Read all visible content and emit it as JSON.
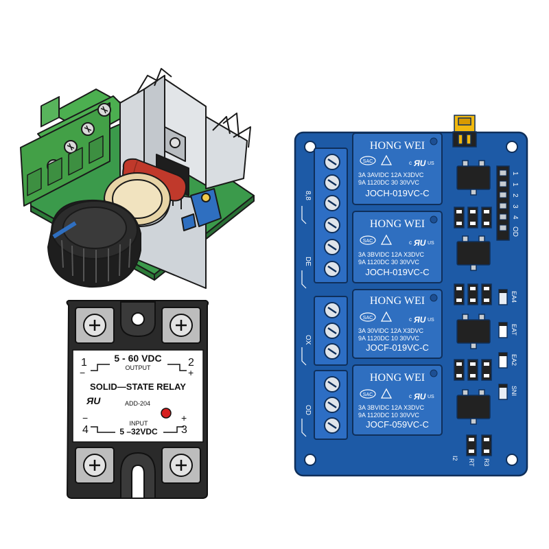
{
  "colors": {
    "pcb_blue": "#1d5aa6",
    "relay_blue": "#2f6fc0",
    "pcb_green": "#3b9a4b",
    "ssr_black": "#2a2a2a",
    "capacitor_red": "#c0392b",
    "indicator_red": "#d62020",
    "jumper_yellow": "#f2b90f"
  },
  "ssr": {
    "output_range": "5 -   60 VDC",
    "output_label": "OUTPUT",
    "pin1": "1",
    "pin1_sign": "−",
    "pin2": "2",
    "pin2_sign": "+",
    "title": "SOLID—STATE  RELAY",
    "cert": "ЯU",
    "model": "ADD-204",
    "input_label": "INPUT",
    "input_range": "5 –32VDC",
    "pin4": "4",
    "pin4_sign": "−",
    "pin3": "3",
    "pin3_sign": "+"
  },
  "relay_board": {
    "relays": [
      {
        "brand": "HONG WEI",
        "line1": "3A  3AVIDC  12A  X3DVC",
        "line2": "9A  1120DC   30    30VVC",
        "model": "JOCH-019VC-C"
      },
      {
        "brand": "HONG WEI",
        "line1": "3A  3BVIDC  12A  X3DVC",
        "line2": "9A  1120DC   30    30VVC",
        "model": "JOCH-019VC-C"
      },
      {
        "brand": "HONG WEI",
        "line1": "3A  30VIDC  12A  X3DVC",
        "line2": "9A  1120DC   10    30VVC",
        "model": "JOCF-019VC-C"
      },
      {
        "brand": "HONG WEI",
        "line1": "3A  3BVIDC  12A  X3DVC",
        "line2": "9A  1120DC   10    30VVC",
        "model": "JOCF-059VC-C"
      }
    ],
    "sac": "SAC",
    "cus": "c",
    "us": "US",
    "left_labels": [
      "8,8",
      "DE",
      "OX",
      "OD"
    ],
    "header_pins": [
      "1",
      "1",
      "2",
      "3",
      "4",
      "OD"
    ],
    "led_labels": [
      "EA4",
      "EAT",
      "EA2",
      "SNI"
    ],
    "bottom_labels": [
      "I2",
      "RT",
      "R3"
    ]
  }
}
